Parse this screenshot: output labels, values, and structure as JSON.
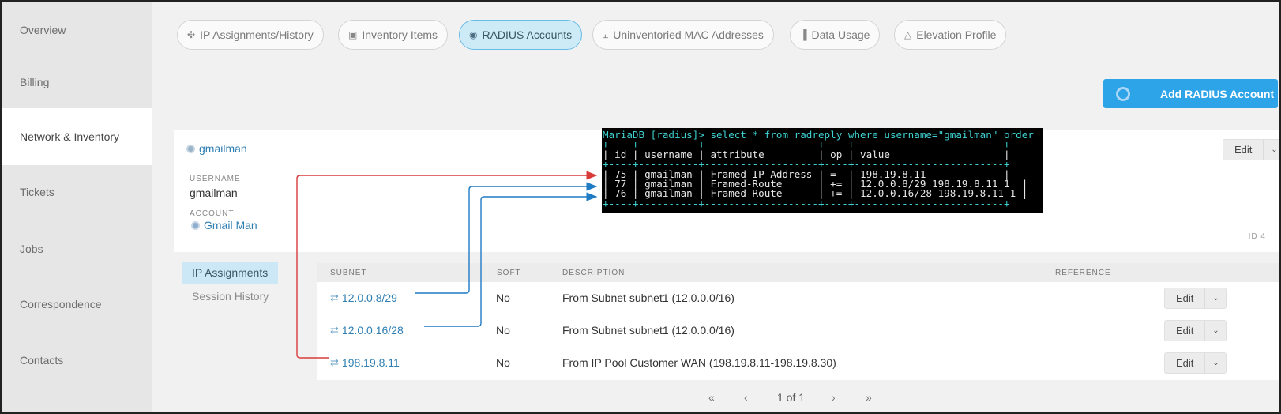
{
  "sidebar": {
    "items": [
      {
        "label": "Overview"
      },
      {
        "label": "Billing"
      },
      {
        "label": "Network & Inventory"
      },
      {
        "label": "Tickets"
      },
      {
        "label": "Jobs"
      },
      {
        "label": "Correspondence"
      },
      {
        "label": "Contacts"
      }
    ],
    "active": "Network & Inventory"
  },
  "tabs": [
    {
      "label": "IP Assignments/History",
      "icon": "network-icon"
    },
    {
      "label": "Inventory Items",
      "icon": "box-icon"
    },
    {
      "label": "RADIUS Accounts",
      "icon": "radius-icon"
    },
    {
      "label": "Uninventoried MAC Addresses",
      "icon": "device-icon"
    },
    {
      "label": "Data Usage",
      "icon": "bar-chart-icon"
    },
    {
      "label": "Elevation Profile",
      "icon": "mountain-icon"
    }
  ],
  "active_tab": "RADIUS Accounts",
  "add_button": {
    "label": "Add RADIUS Account"
  },
  "account": {
    "title": "gmailman",
    "username_label": "USERNAME",
    "username": "gmailman",
    "account_label": "ACCOUNT",
    "account_name": "Gmail Man",
    "edit_label": "Edit",
    "id_label": "ID 4"
  },
  "terminal": {
    "lines": [
      "MariaDB [radius]> select * from radreply where username=\"gmailman\" order",
      "+----+----------+-------------------+----+-------------------------+",
      "| id | username | attribute         | op | value                   |",
      "+----+----------+-------------------+----+-------------------------+",
      "| 75 | gmailman | Framed-IP-Address | =  | 198.19.8.11             |",
      "| 77 | gmailman | Framed-Route      | += | 12.0.0.8/29 198.19.8.11 1  |",
      "| 76 | gmailman | Framed-Route      | += | 12.0.0.16/28 198.19.8.11 1 |",
      "+----+----------+-------------------+----+-------------------------+"
    ]
  },
  "subtabs": [
    {
      "label": "IP Assignments"
    },
    {
      "label": "Session History"
    }
  ],
  "table": {
    "columns": [
      "SUBNET",
      "SOFT",
      "DESCRIPTION",
      "REFERENCE"
    ],
    "rows": [
      {
        "subnet": "12.0.0.8/29",
        "soft": "No",
        "description": "From Subnet subnet1 (12.0.0.0/16)",
        "edit": "Edit"
      },
      {
        "subnet": "12.0.0.16/28",
        "soft": "No",
        "description": "From Subnet subnet1 (12.0.0.0/16)",
        "edit": "Edit"
      },
      {
        "subnet": "198.19.8.11",
        "soft": "No",
        "description": "From IP Pool Customer WAN (198.19.8.11-198.19.8.30)",
        "edit": "Edit"
      }
    ]
  },
  "pagination": {
    "first": "«",
    "prev": "‹",
    "page_text": "1 of 1",
    "next": "›",
    "last": "»"
  },
  "colors": {
    "accent": "#2da3e8",
    "link": "#2f7fb3",
    "arrow_red": "#d93b3b",
    "arrow_blue": "#1f7bc4",
    "terminal_text": "#3ed0d0"
  }
}
